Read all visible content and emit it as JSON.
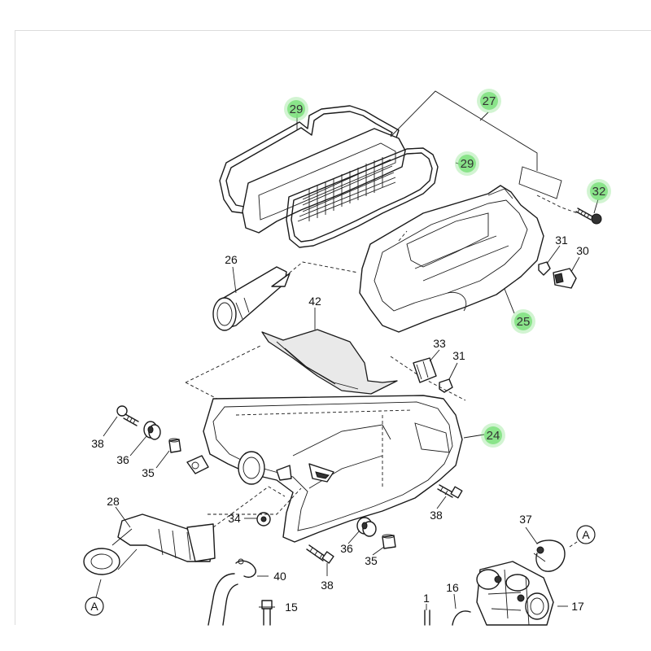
{
  "diagram": {
    "accent_color": "#7ee07e",
    "callouts": [
      {
        "id": "29a",
        "number": "29",
        "highlighted": true
      },
      {
        "id": "27",
        "number": "27",
        "highlighted": true
      },
      {
        "id": "29b",
        "number": "29",
        "highlighted": true
      },
      {
        "id": "32",
        "number": "32",
        "highlighted": true
      },
      {
        "id": "25",
        "number": "25",
        "highlighted": true
      },
      {
        "id": "24",
        "number": "24",
        "highlighted": true
      },
      {
        "id": "26",
        "number": "26",
        "highlighted": false
      },
      {
        "id": "31a",
        "number": "31",
        "highlighted": false
      },
      {
        "id": "30",
        "number": "30",
        "highlighted": false
      },
      {
        "id": "42",
        "number": "42",
        "highlighted": false
      },
      {
        "id": "33",
        "number": "33",
        "highlighted": false
      },
      {
        "id": "31b",
        "number": "31",
        "highlighted": false
      },
      {
        "id": "38a",
        "number": "38",
        "highlighted": false
      },
      {
        "id": "36a",
        "number": "36",
        "highlighted": false
      },
      {
        "id": "35a",
        "number": "35",
        "highlighted": false
      },
      {
        "id": "28",
        "number": "28",
        "highlighted": false
      },
      {
        "id": "34",
        "number": "34",
        "highlighted": false
      },
      {
        "id": "38b",
        "number": "38",
        "highlighted": false
      },
      {
        "id": "36b",
        "number": "36",
        "highlighted": false
      },
      {
        "id": "35b",
        "number": "35",
        "highlighted": false
      },
      {
        "id": "38c",
        "number": "38",
        "highlighted": false
      },
      {
        "id": "40",
        "number": "40",
        "highlighted": false
      },
      {
        "id": "37",
        "number": "37",
        "highlighted": false
      },
      {
        "id": "16",
        "number": "16",
        "highlighted": false
      },
      {
        "id": "1",
        "number": "1",
        "highlighted": false
      },
      {
        "id": "15",
        "number": "15",
        "highlighted": false
      },
      {
        "id": "17",
        "number": "17",
        "highlighted": false
      }
    ],
    "references": [
      {
        "id": "ref-a-right",
        "letter": "A"
      },
      {
        "id": "ref-a-left",
        "letter": "A"
      }
    ]
  }
}
